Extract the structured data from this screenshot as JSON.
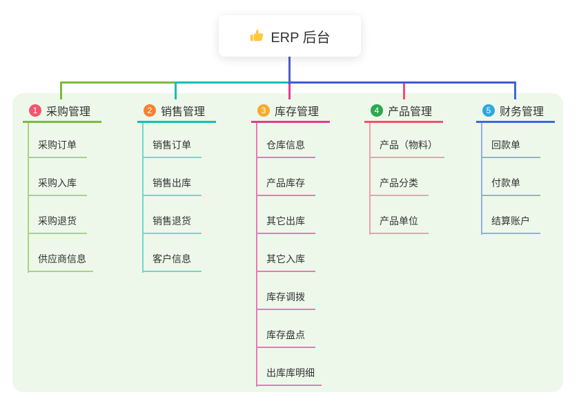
{
  "root": {
    "label": "ERP 后台",
    "icon": "thumbs-up-icon",
    "icon_color": "#FFC83D"
  },
  "colors": {
    "page_background": "#FFFFFF",
    "panel_background": "#EDF8EA",
    "trunk": "#4D5BC8",
    "bus_right": "#4059D2",
    "text": "#333333"
  },
  "branches": [
    {
      "num": "1",
      "label": "采购管理",
      "badge_color": "#F2566F",
      "line_color": "#7CB93E",
      "child_line_color": "#A6D47E",
      "children": [
        "采购订单",
        "采购入库",
        "采购退货",
        "供应商信息"
      ]
    },
    {
      "num": "2",
      "label": "销售管理",
      "badge_color": "#F8812F",
      "line_color": "#17BDB2",
      "child_line_color": "#73D6CD",
      "children": [
        "销售订单",
        "销售出库",
        "销售退货",
        "客户信息"
      ]
    },
    {
      "num": "3",
      "label": "库存管理",
      "badge_color": "#F6AB2E",
      "line_color": "#E23A92",
      "child_line_color": "#F075B4",
      "children": [
        "仓库信息",
        "产品库存",
        "其它出库",
        "其它入库",
        "库存调拨",
        "库存盘点",
        "出库库明细"
      ]
    },
    {
      "num": "4",
      "label": "产品管理",
      "badge_color": "#2BA84E",
      "line_color": "#F0506E",
      "child_line_color": "#F79BA8",
      "children": [
        "产品（物料）",
        "产品分类",
        "产品单位"
      ]
    },
    {
      "num": "5",
      "label": "财务管理",
      "badge_color": "#2BA9E0",
      "line_color": "#3E66E0",
      "child_line_color": "#92ACEC",
      "children": [
        "回款单",
        "付款单",
        "结算账户"
      ]
    }
  ]
}
